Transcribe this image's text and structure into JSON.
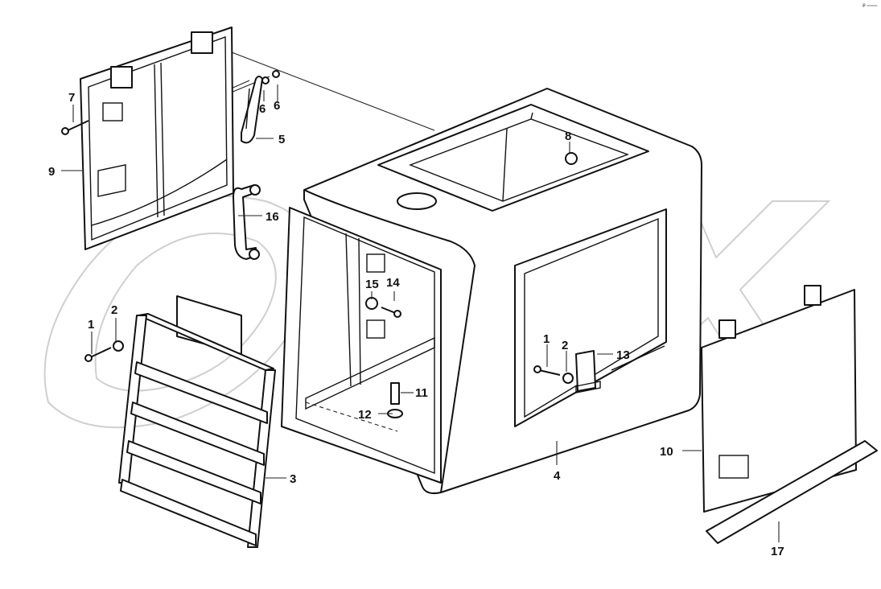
{
  "diagram": {
    "watermark": "OPEX",
    "corner_mark": "₽ ═══",
    "callouts": [
      {
        "id": "c7",
        "text": "7"
      },
      {
        "id": "c6a",
        "text": "6"
      },
      {
        "id": "c6b",
        "text": "6"
      },
      {
        "id": "c5",
        "text": "5"
      },
      {
        "id": "c9",
        "text": "9"
      },
      {
        "id": "c8",
        "text": "8"
      },
      {
        "id": "c16",
        "text": "16"
      },
      {
        "id": "c15",
        "text": "15"
      },
      {
        "id": "c14",
        "text": "14"
      },
      {
        "id": "c1a",
        "text": "1"
      },
      {
        "id": "c2a",
        "text": "2"
      },
      {
        "id": "c1b",
        "text": "1"
      },
      {
        "id": "c2b",
        "text": "2"
      },
      {
        "id": "c13",
        "text": "13"
      },
      {
        "id": "c11",
        "text": "11"
      },
      {
        "id": "c12",
        "text": "12"
      },
      {
        "id": "c3",
        "text": "3"
      },
      {
        "id": "c4",
        "text": "4"
      },
      {
        "id": "c10",
        "text": "10"
      },
      {
        "id": "c17",
        "text": "17"
      }
    ]
  }
}
